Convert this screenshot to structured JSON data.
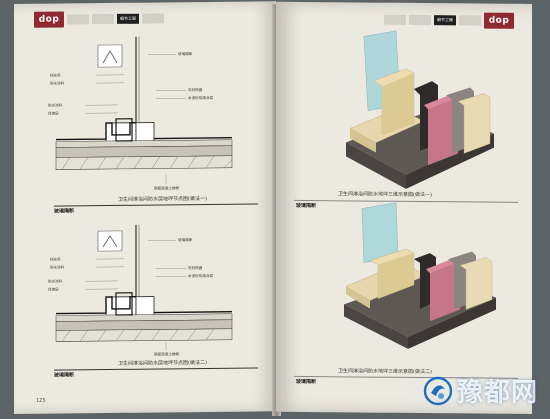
{
  "header": {
    "logo_text": "dop",
    "active_tab": "细节工程"
  },
  "left_page": {
    "page_number": "125",
    "drawing_1": {
      "caption": "卫生间淋浴间防水层地坪节点图(做法一)",
      "sub_caption": "玻璃隔断",
      "labels": [
        "玻璃隔断",
        "挡水条",
        "防水涂料",
        "石材饰面",
        "水泥砂浆结合层",
        "防水涂料",
        "找坡层",
        "钢筋混凝土楼板"
      ]
    },
    "drawing_2": {
      "caption": "卫生间淋浴间防水层地坪节点图(做法二)",
      "sub_caption": "玻璃隔断",
      "labels": [
        "玻璃隔断",
        "挡水条",
        "防水涂料",
        "石材饰面",
        "水泥砂浆结合层",
        "防水涂料",
        "找坡层",
        "钢筋混凝土楼板"
      ]
    }
  },
  "right_page": {
    "model_1": {
      "caption": "卫生间淋浴间防水地坪三维示意图(做法一)",
      "sub_caption": "玻璃隔断"
    },
    "model_2": {
      "caption": "卫生间淋浴间防水地坪三维示意图(做法二)",
      "sub_caption": "玻璃隔断"
    }
  },
  "watermark": {
    "text": "豫都网",
    "color": "#1a6fc2"
  },
  "colors": {
    "brand": "#8e2a30",
    "paper": "#ece9e0",
    "pink_layer": "#d88a9c",
    "stone_layer": "#e6d7ad",
    "concrete_layer": "#6e6663",
    "glass": "#a9d6db"
  }
}
